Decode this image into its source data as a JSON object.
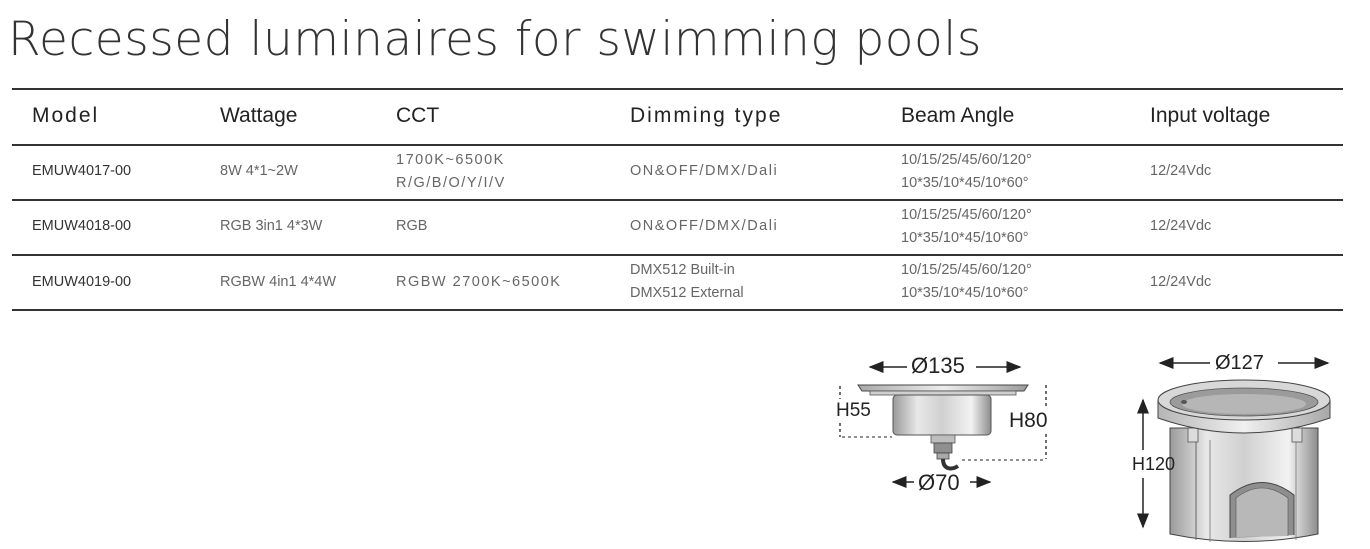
{
  "title": "Recessed luminaires for swimming pools",
  "table": {
    "headers": [
      "Model",
      "Wattage",
      "CCT",
      "Dimming type",
      "Beam Angle",
      "Input voltage"
    ],
    "rows": [
      {
        "model": "EMUW4017-00",
        "wattage": "8W  4*1~2W",
        "cct": [
          "1700K~6500K",
          "R/G/B/O/Y/I/V"
        ],
        "dimming": [
          "ON&OFF/DMX/Dali"
        ],
        "beam": [
          "10/15/25/45/60/120°",
          "10*35/10*45/10*60°"
        ],
        "voltage": "12/24Vdc"
      },
      {
        "model": "EMUW4018-00",
        "wattage": "RGB 3in1  4*3W",
        "cct": [
          "RGB"
        ],
        "dimming": [
          "ON&OFF/DMX/Dali"
        ],
        "beam": [
          "10/15/25/45/60/120°",
          "10*35/10*45/10*60°"
        ],
        "voltage": "12/24Vdc"
      },
      {
        "model": "EMUW4019-00",
        "wattage": "RGBW 4in1  4*4W",
        "cct": [
          "RGBW  2700K~6500K"
        ],
        "dimming": [
          "DMX512 Built-in",
          "DMX512 External"
        ],
        "beam": [
          "10/15/25/45/60/120°",
          "10*35/10*45/10*60°"
        ],
        "voltage": "12/24Vdc"
      }
    ]
  },
  "drawings": {
    "side_view": {
      "diameter_top": "Ø135",
      "height_body": "H55",
      "height_total": "H80",
      "diameter_bottom": "Ø70"
    },
    "housing": {
      "diameter": "Ø127",
      "height": "H120"
    }
  }
}
